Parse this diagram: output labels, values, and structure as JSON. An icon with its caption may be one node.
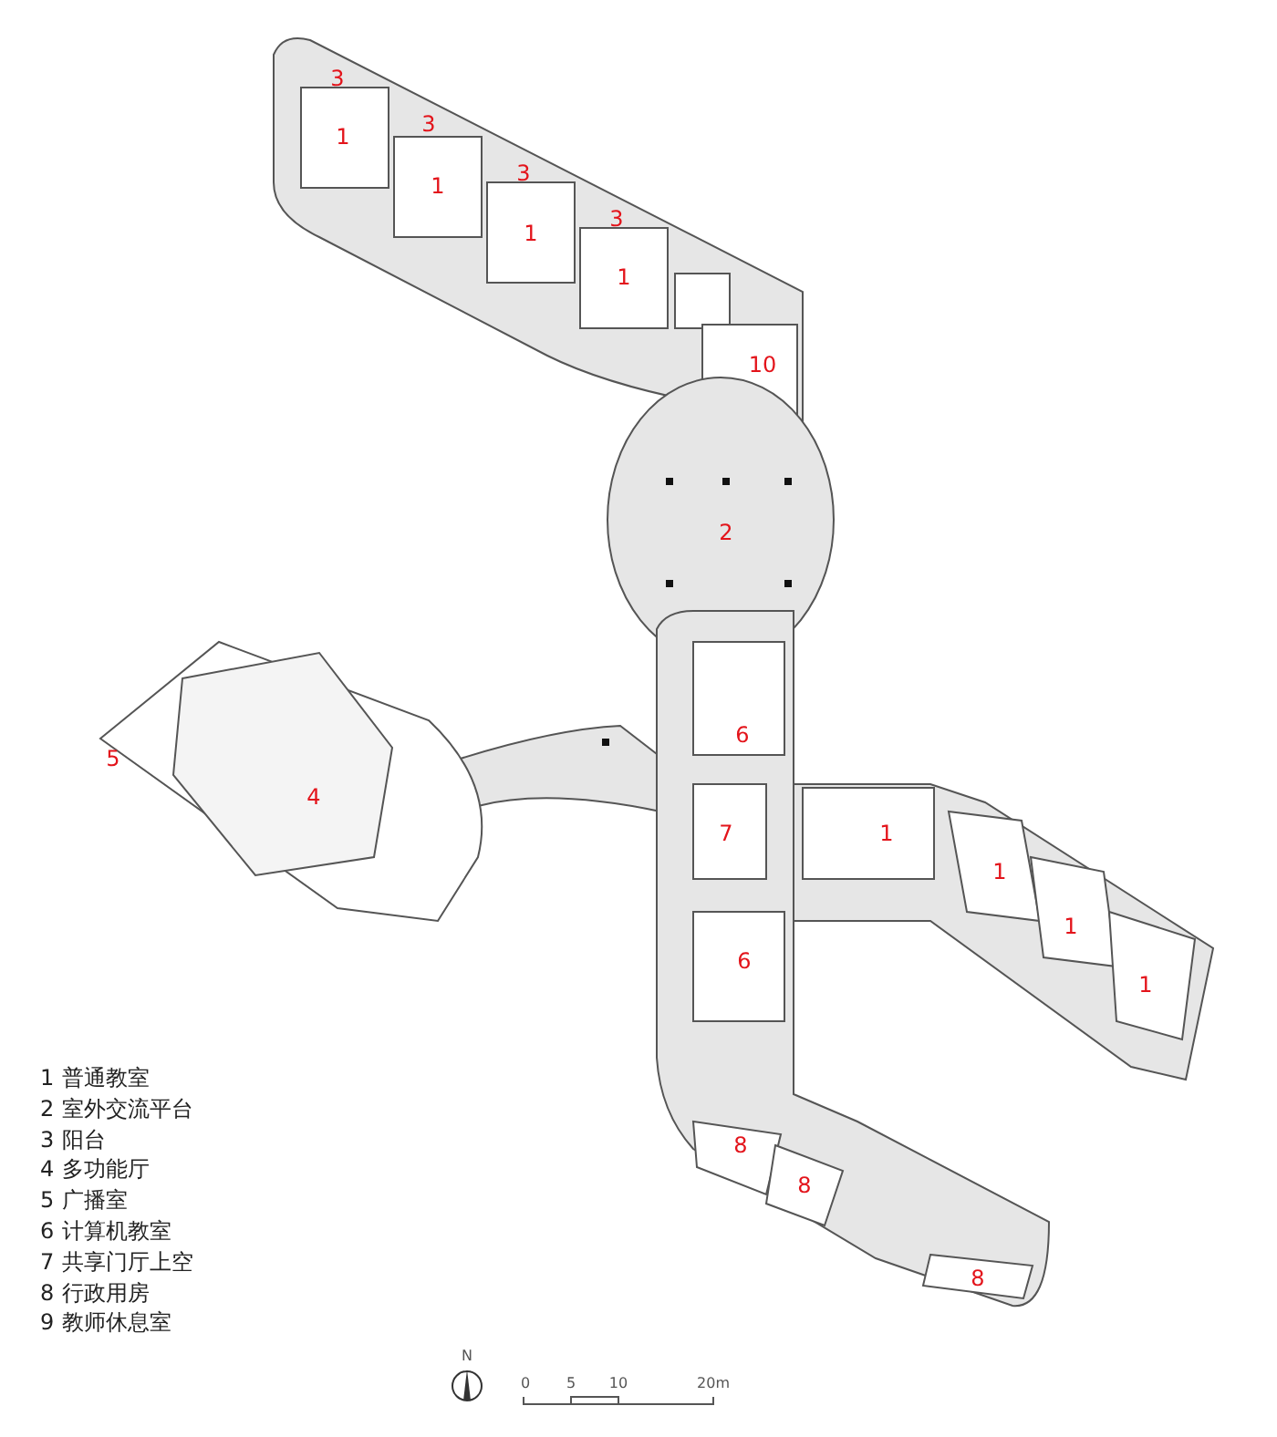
{
  "diagram": {
    "labels": [
      "3",
      "3",
      "1",
      "3",
      "1",
      "3",
      "1",
      "1",
      "10",
      "2",
      "5",
      "6",
      "4",
      "7",
      "1",
      "1",
      "1",
      "6",
      "1",
      "8",
      "8",
      "8",
      "1",
      "普通教室",
      "2",
      "室外交流平台",
      "3",
      "阳台",
      "4",
      "多功能厅",
      "5",
      "广播室",
      "6",
      "计算机教室",
      "7",
      "共享门厅上空",
      "8",
      "行政用房",
      "9",
      "教师休息室",
      "N",
      "0",
      "5",
      "10",
      "20m"
    ]
  }
}
